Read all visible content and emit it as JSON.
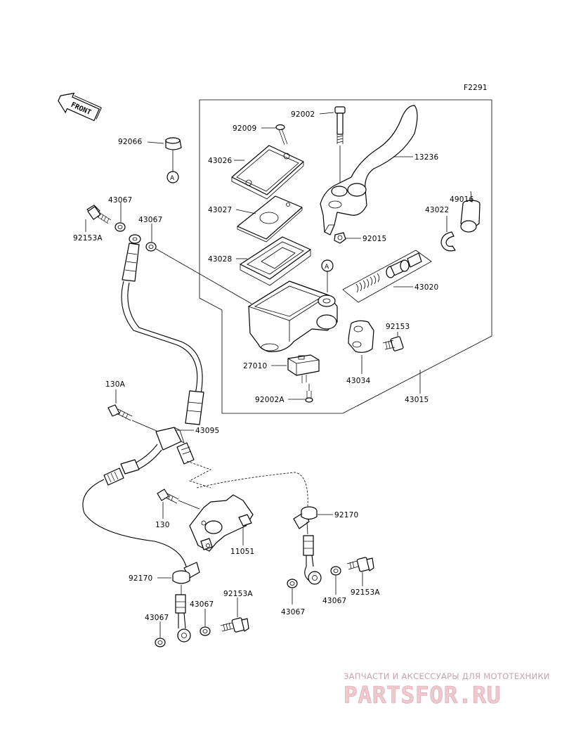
{
  "figure_id": "F2291",
  "front_marker": "FRONT",
  "callout_ref": "A",
  "part_labels": {
    "p92066": "92066",
    "p92009": "92009",
    "p92002_top": "92002",
    "p43026": "43026",
    "p13236": "13236",
    "p49016": "49016",
    "p43022": "43022",
    "p43067_a": "43067",
    "p43067_b": "43067",
    "p92153a_top": "92153A",
    "p43027": "43027",
    "p92015": "92015",
    "p43028": "43028",
    "p43020": "43020",
    "p92153": "92153",
    "p27010": "27010",
    "p43034": "43034",
    "p43015": "43015",
    "p92002a": "92002A",
    "p130a": "130A",
    "p43095": "43095",
    "p130": "130",
    "p92170_right": "92170",
    "p11051": "11051",
    "p92170_left": "92170",
    "p43067_c": "43067",
    "p92153a_left": "92153A",
    "p43067_d": "43067",
    "p43067_e": "43067",
    "p43067_f": "43067",
    "p92153a_right": "92153A"
  },
  "watermark": {
    "tagline": "ЗАПЧАСТИ И АКСЕССУАРЫ ДЛЯ МОТОТЕХНИКИ",
    "brand": "PARTSFOR.RU"
  },
  "colors": {
    "line": "#000000",
    "watermark_text": "#c9a3a8",
    "watermark_brand": "#eec9ce"
  }
}
